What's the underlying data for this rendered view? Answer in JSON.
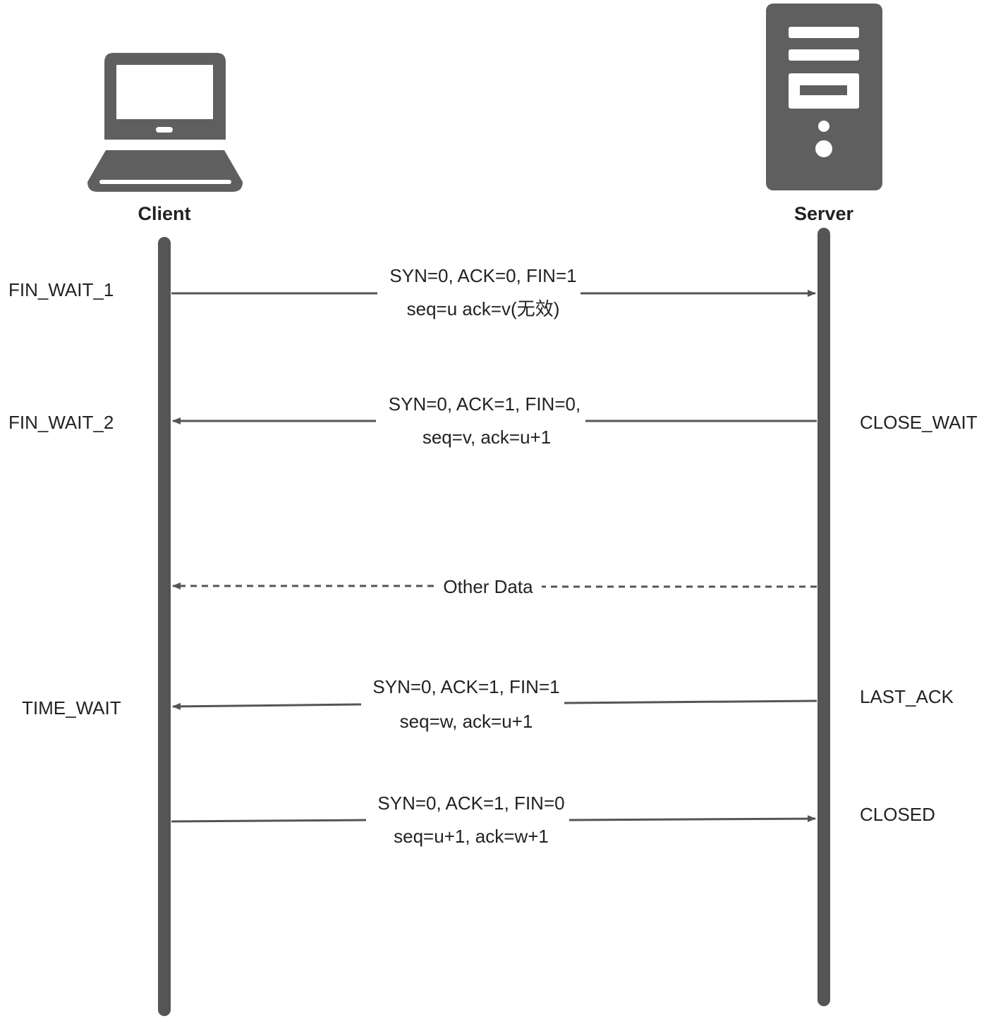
{
  "participants": {
    "client": {
      "label": "Client",
      "icon": "laptop-icon"
    },
    "server": {
      "label": "Server",
      "icon": "server-tower-icon"
    }
  },
  "states": {
    "client": [
      "FIN_WAIT_1",
      "FIN_WAIT_2",
      "TIME_WAIT"
    ],
    "server": [
      "CLOSE_WAIT",
      "LAST_ACK",
      "CLOSED"
    ]
  },
  "messages": [
    {
      "direction": "client-to-server",
      "style": "solid",
      "line1": "SYN=0, ACK=0, FIN=1",
      "line2": "seq=u  ack=v(无效)"
    },
    {
      "direction": "server-to-client",
      "style": "solid",
      "line1": "SYN=0, ACK=1, FIN=0,",
      "line2": "seq=v, ack=u+1"
    },
    {
      "direction": "server-to-client",
      "style": "dashed",
      "line1": "Other Data",
      "line2": ""
    },
    {
      "direction": "server-to-client",
      "style": "solid",
      "line1": "SYN=0, ACK=1, FIN=1",
      "line2": "seq=w, ack=u+1"
    },
    {
      "direction": "client-to-server",
      "style": "solid",
      "line1": "SYN=0, ACK=1, FIN=0",
      "line2": "seq=u+1, ack=w+1"
    }
  ],
  "colors": {
    "line": "#555555",
    "icon": "#5f5f5f",
    "text": "#222222"
  }
}
